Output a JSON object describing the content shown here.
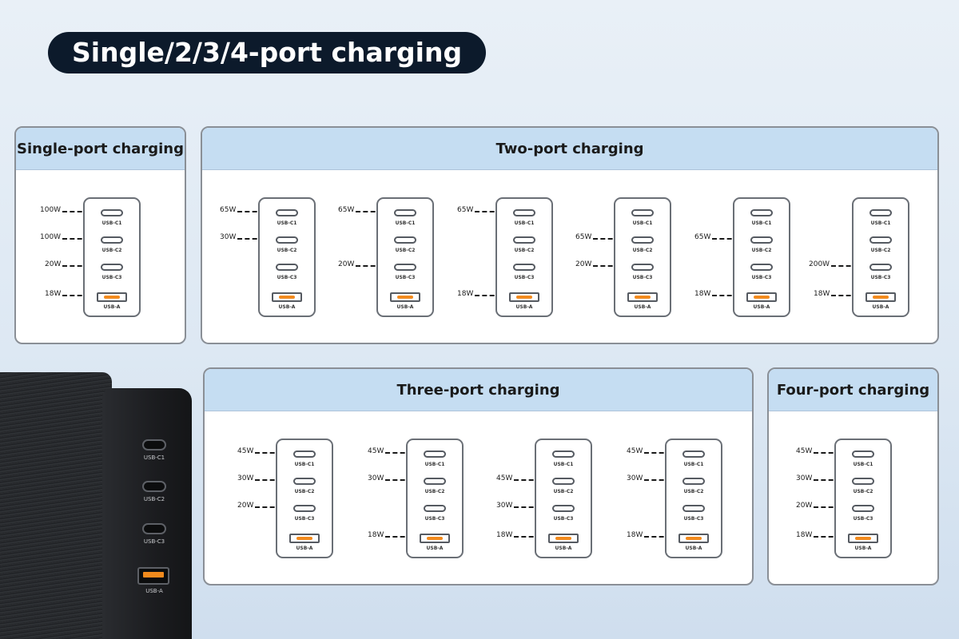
{
  "title": "Single/2/3/4-port charging",
  "port_labels": {
    "c1": "USB-C1",
    "c2": "USB-C2",
    "c3": "USB-C3",
    "a": "USB-A"
  },
  "accent_color": "#f28a1d",
  "panels": {
    "single": {
      "title": "Single-port charging",
      "configs": [
        {
          "c1": "100W",
          "c2": "100W",
          "c3": "20W",
          "a": "18W"
        }
      ]
    },
    "two": {
      "title": "Two-port charging",
      "configs": [
        {
          "c1": "65W",
          "c2": "30W"
        },
        {
          "c1": "65W",
          "c3": "20W"
        },
        {
          "c1": "65W",
          "a": "18W"
        },
        {
          "c2": "65W",
          "c3": "20W"
        },
        {
          "c2": "65W",
          "a": "18W"
        },
        {
          "c3": "200W",
          "a": "18W"
        }
      ]
    },
    "three": {
      "title": "Three-port charging",
      "configs": [
        {
          "c1": "45W",
          "c2": "30W",
          "c3": "20W"
        },
        {
          "c1": "45W",
          "c2": "30W",
          "a": "18W"
        },
        {
          "c2": "45W",
          "c3": "30W",
          "a": "18W"
        },
        {
          "c1": "45W",
          "c2": "30W",
          "a": "18W"
        }
      ]
    },
    "four": {
      "title": "Four-port charging",
      "configs": [
        {
          "c1": "45W",
          "c2": "30W",
          "c3": "20W",
          "a": "18W"
        }
      ]
    }
  },
  "charger": {
    "ports": [
      "USB-C1",
      "USB-C2",
      "USB-C3",
      "USB-A"
    ]
  }
}
